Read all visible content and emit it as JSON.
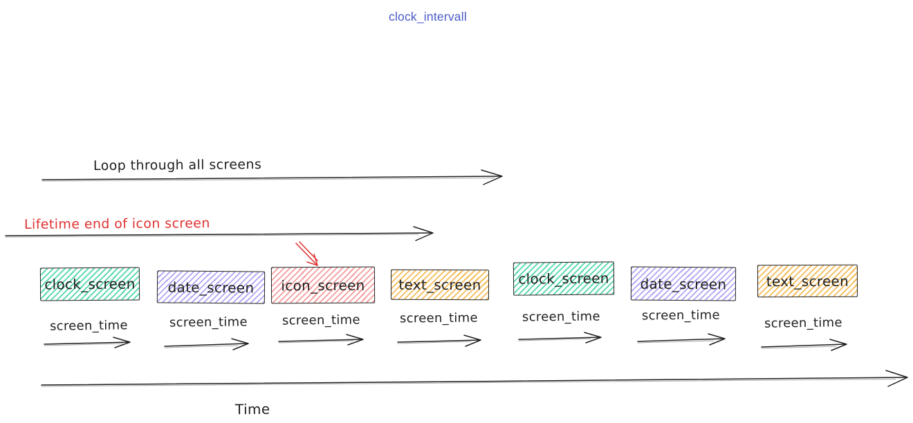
{
  "title": "clock_intervall",
  "labels": {
    "loop_arrow": "Loop through all screens",
    "lifetime_arrow": "Lifetime end of icon screen",
    "screen_time": "screen_time",
    "time_axis": "Time"
  },
  "colors": {
    "title_blue": "#4a5ac8",
    "annotation_red": "#e03131",
    "stroke_dark": "#1e1e1e",
    "green_hatch": "#4fd6a7",
    "purple_hatch": "#b2a3f3",
    "red_hatch": "#f59a9a",
    "yellow_hatch": "#f3bb57"
  },
  "screens": [
    {
      "label": "clock_screen",
      "color": "#4fd6a7"
    },
    {
      "label": "date_screen",
      "color": "#b2a3f3"
    },
    {
      "label": "icon_screen",
      "color": "#f59a9a"
    },
    {
      "label": "text_screen",
      "color": "#f3bb57"
    },
    {
      "label": "clock_screen",
      "color": "#4fd6a7"
    },
    {
      "label": "date_screen",
      "color": "#b2a3f3"
    },
    {
      "label": "text_screen",
      "color": "#f3bb57"
    }
  ]
}
